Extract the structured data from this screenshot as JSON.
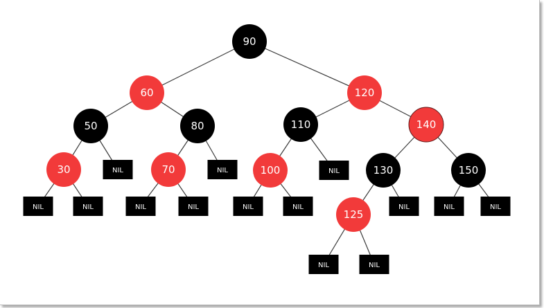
{
  "colors": {
    "red": "#f23a3a",
    "black": "#000000",
    "nil_fill": "#000000",
    "edge": "#3a3a3a"
  },
  "nodes": [
    {
      "id": "n90",
      "label": "90",
      "color": "black"
    },
    {
      "id": "n60",
      "label": "60",
      "color": "red"
    },
    {
      "id": "n120",
      "label": "120",
      "color": "red"
    },
    {
      "id": "n50",
      "label": "50",
      "color": "black"
    },
    {
      "id": "n80",
      "label": "80",
      "color": "black"
    },
    {
      "id": "n110",
      "label": "110",
      "color": "black"
    },
    {
      "id": "n140",
      "label": "140",
      "color": "red"
    },
    {
      "id": "n30",
      "label": "30",
      "color": "red"
    },
    {
      "id": "n70",
      "label": "70",
      "color": "red"
    },
    {
      "id": "n100",
      "label": "100",
      "color": "red"
    },
    {
      "id": "n130",
      "label": "130",
      "color": "black"
    },
    {
      "id": "n150",
      "label": "150",
      "color": "black"
    },
    {
      "id": "n125",
      "label": "125",
      "color": "red"
    }
  ],
  "nil_label": "NIL",
  "nils": [
    {
      "id": "nil50r"
    },
    {
      "id": "nil80r"
    },
    {
      "id": "nil110r"
    },
    {
      "id": "nil30l"
    },
    {
      "id": "nil30r"
    },
    {
      "id": "nil70l"
    },
    {
      "id": "nil70r"
    },
    {
      "id": "nil100l"
    },
    {
      "id": "nil100r"
    },
    {
      "id": "nil130r"
    },
    {
      "id": "nil150l"
    },
    {
      "id": "nil150r"
    },
    {
      "id": "nil125l"
    },
    {
      "id": "nil125r"
    }
  ],
  "edges": [
    [
      "n90",
      "n60"
    ],
    [
      "n90",
      "n120"
    ],
    [
      "n60",
      "n50"
    ],
    [
      "n60",
      "n80"
    ],
    [
      "n120",
      "n110"
    ],
    [
      "n120",
      "n140"
    ],
    [
      "n50",
      "n30"
    ],
    [
      "n50",
      "nil50r"
    ],
    [
      "n80",
      "n70"
    ],
    [
      "n80",
      "nil80r"
    ],
    [
      "n110",
      "n100"
    ],
    [
      "n110",
      "nil110r"
    ],
    [
      "n140",
      "n130"
    ],
    [
      "n140",
      "n150"
    ],
    [
      "n30",
      "nil30l"
    ],
    [
      "n30",
      "nil30r"
    ],
    [
      "n70",
      "nil70l"
    ],
    [
      "n70",
      "nil70r"
    ],
    [
      "n100",
      "nil100l"
    ],
    [
      "n100",
      "nil100r"
    ],
    [
      "n130",
      "n125"
    ],
    [
      "n130",
      "nil130r"
    ],
    [
      "n150",
      "nil150l"
    ],
    [
      "n150",
      "nil150r"
    ],
    [
      "n125",
      "nil125l"
    ],
    [
      "n125",
      "nil125r"
    ]
  ]
}
